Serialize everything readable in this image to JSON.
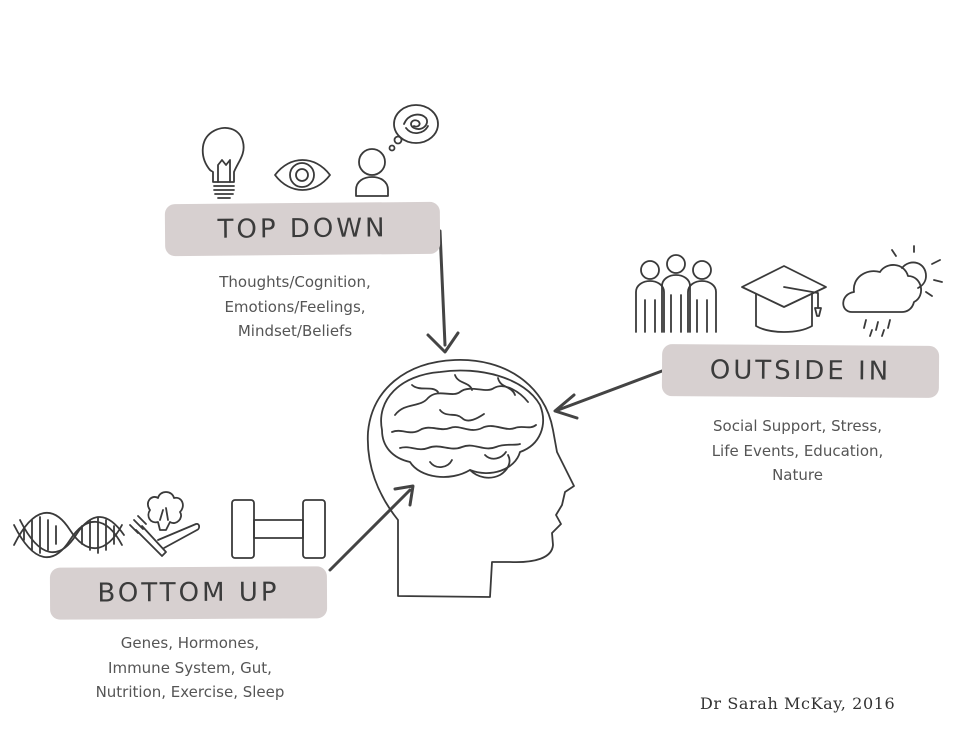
{
  "nodes": {
    "top_down": {
      "label": "TOP DOWN",
      "lines": [
        "Thoughts/Cognition,",
        "Emotions/Feelings,",
        "Mindset/Beliefs"
      ],
      "icons": [
        "lightbulb-icon",
        "eye-icon",
        "thinking-person-icon"
      ]
    },
    "outside_in": {
      "label": "OUTSIDE IN",
      "lines": [
        "Social Support, Stress,",
        "Life Events, Education,",
        "Nature"
      ],
      "icons": [
        "people-group-icon",
        "graduation-cap-icon",
        "rain-cloud-sun-icon"
      ]
    },
    "bottom_up": {
      "label": "BOTTOM UP",
      "lines": [
        "Genes, Hormones,",
        "Immune System, Gut,",
        "Nutrition, Exercise, Sleep"
      ],
      "icons": [
        "dna-icon",
        "broccoli-fork-knife-icon",
        "dumbbell-icon"
      ]
    }
  },
  "center": {
    "icon": "head-brain-icon"
  },
  "credit": "Dr Sarah McKay, 2016",
  "colors": {
    "label_background": "#d7d0d0",
    "stroke": "#3a3a3a",
    "text": "#555555"
  }
}
